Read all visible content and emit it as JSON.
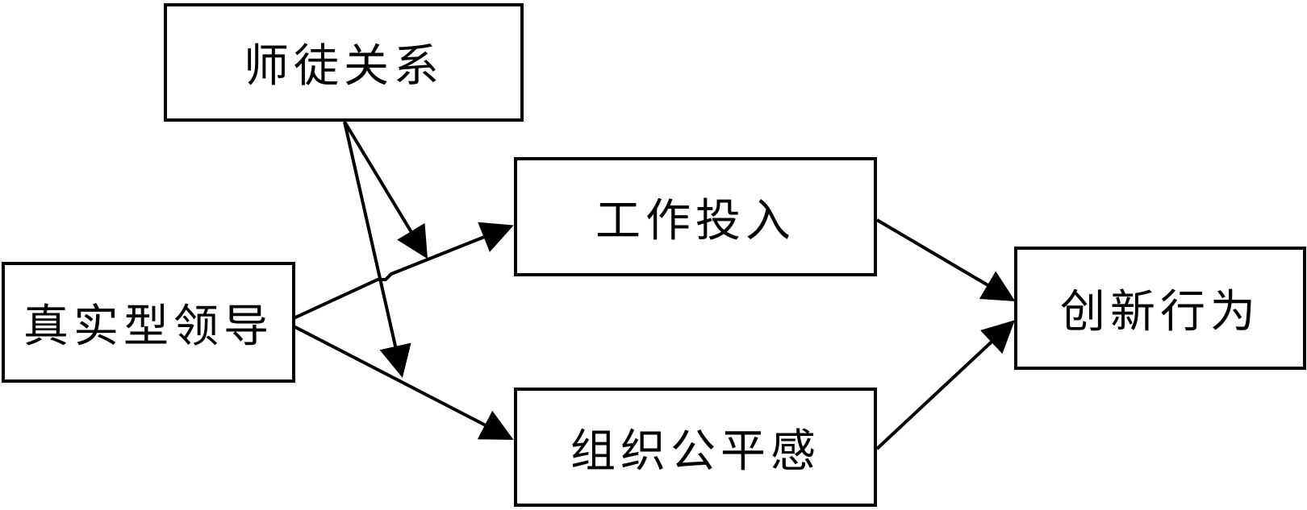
{
  "nodes": {
    "mentor": "师徒关系",
    "leader": "真实型领导",
    "work": "工作投入",
    "justice": "组织公平感",
    "innovation": "创新行为"
  },
  "edges": [
    {
      "from": "leader",
      "to": "work"
    },
    {
      "from": "leader",
      "to": "justice"
    },
    {
      "from": "work",
      "to": "innovation"
    },
    {
      "from": "justice",
      "to": "innovation"
    },
    {
      "from": "mentor",
      "to": "leader-work-path"
    },
    {
      "from": "mentor",
      "to": "leader-justice-path"
    }
  ],
  "colors": {
    "stroke": "#000000",
    "background": "#ffffff"
  }
}
